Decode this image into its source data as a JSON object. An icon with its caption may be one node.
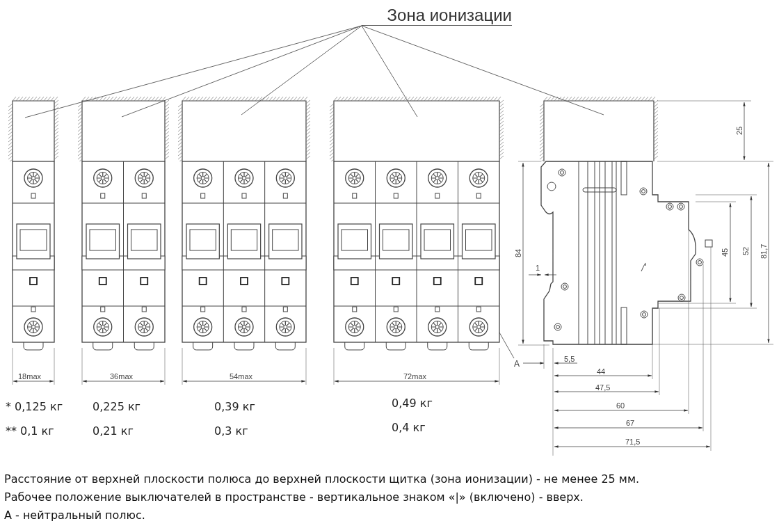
{
  "diagram": {
    "nodes": [
      {
        "text": [
          "Зона ионизации"
        ]
      },
      {
        "text": [],
        "shape": "box"
      },
      {
        "text": [],
        "shape": "box"
      },
      {
        "text": [],
        "shape": "box"
      },
      {
        "text": [],
        "shape": "box"
      },
      {
        "text": [],
        "shape": "box"
      },
      {
        "text": [
          "А"
        ]
      },
      {
        "text": [],
        "shape": "picture"
      }
    ],
    "edges": [
      {
        "from": 0,
        "to": 1,
        "arrow": "none"
      },
      {
        "from": 0,
        "to": 2,
        "arrow": "none"
      },
      {
        "from": 0,
        "to": 3,
        "arrow": "none"
      },
      {
        "from": 0,
        "to": 4,
        "arrow": "none"
      },
      {
        "from": 0,
        "to": 5,
        "arrow": "none"
      },
      {
        "from": 6,
        "to": 7,
        "arrow": "none"
      }
    ],
    "labels": [
      "25",
      "84",
      "1",
      "45",
      "52",
      "81,7",
      "5,5",
      "44",
      "47,5",
      "60",
      "67",
      "71,5",
      "18max",
      "36max",
      "54max",
      "72max",
      "* 0,125 кг",
      "0,225 кг",
      "0,39 кг",
      "0,49 кг",
      "** 0,1 кг",
      "0,21 кг",
      "0,3 кг",
      "0,4 кг",
      "Расстояние от верхней плоскости полюса до верхней плоскости щитка (зона ионизации) - не менее 25 мм.",
      "Рабочее положение выключателей в пространстве - вертикальное знаком «|» (включено) - вверх.",
      "А - нейтральный полюс."
    ]
  }
}
